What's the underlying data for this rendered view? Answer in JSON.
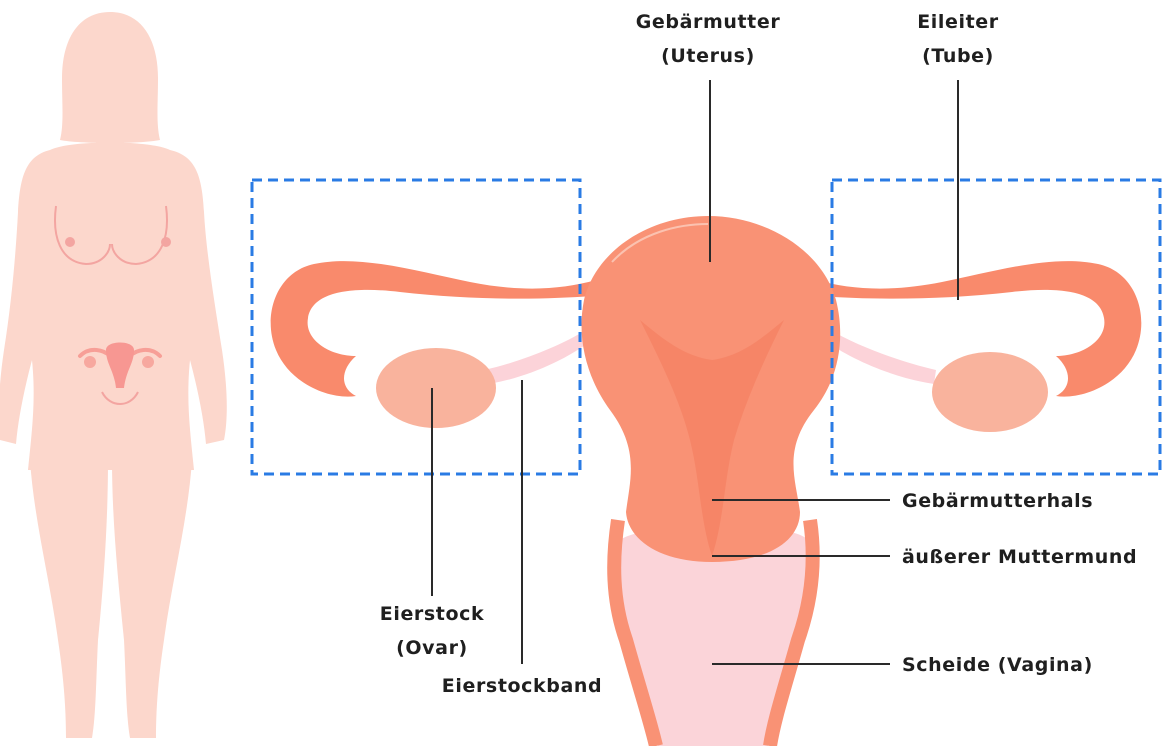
{
  "labels": {
    "uterus_line1": "Gebärmutter",
    "uterus_line2": "(Uterus)",
    "tube_line1": "Eileiter",
    "tube_line2": "(Tube)",
    "cervix": "Gebärmutterhals",
    "external_os": "äußerer Muttermund",
    "vagina": "Scheide (Vagina)",
    "ovary_line1": "Eierstock",
    "ovary_line2": "(Ovar)",
    "ovarian_ligament": "Eierstockband"
  },
  "colors": {
    "body_silhouette": "#fcd7cc",
    "uterus": "#f99275",
    "uterus_shade": "#f58466",
    "tube": "#f98a6c",
    "ovary": "#f9b39d",
    "ligament": "#fcd3d9",
    "vagina": "#fbd4d9",
    "focus_box": "#2a7be4",
    "mini_organ": "#f9a7a3"
  },
  "icons": {
    "silhouette": "female-body-silhouette-icon",
    "diagram": "female-reproductive-organs-icon"
  }
}
